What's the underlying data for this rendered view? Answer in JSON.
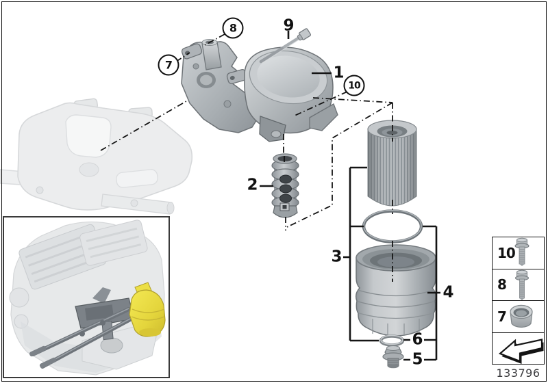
{
  "callouts": {
    "c1": "1",
    "c2": "2",
    "c3": "3",
    "c4": "4",
    "c5": "5",
    "c6": "6",
    "c7": "7",
    "c8": "8",
    "c9": "9",
    "c10": "10"
  },
  "legend": {
    "rows": [
      {
        "label": "10",
        "icon": "flange-bolt-icon"
      },
      {
        "label": "8",
        "icon": "flange-bolt-icon"
      },
      {
        "label": "7",
        "icon": "sleeve-icon"
      }
    ],
    "nav_arrow_icon": "direction-arrow-icon"
  },
  "footer": {
    "part_number": "133796"
  },
  "colors": {
    "highlight_yellow": "#ecdf45",
    "line_black": "#141414",
    "ghost_gray": "#ebedee"
  }
}
